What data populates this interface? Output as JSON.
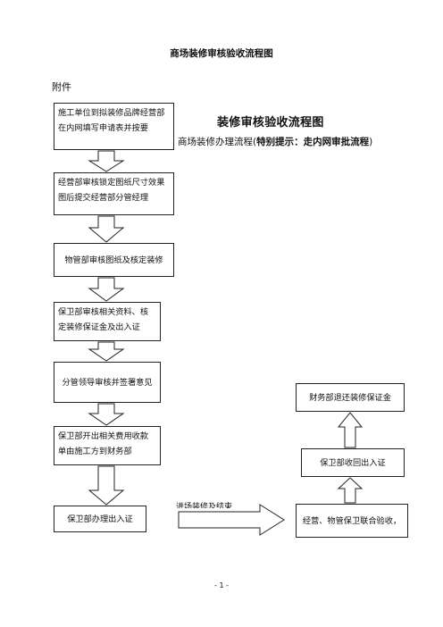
{
  "doc_title": "商场装修审核验收流程图",
  "attachment_label": "附件",
  "flow_title": "装修审核验收流程图",
  "subtitle_prefix": "商场装修办理流程(",
  "subtitle_bold": "特别提示：走内网审批流程",
  "subtitle_suffix": ")",
  "steps": [
    "施工单位到拟装修品牌经营部在内网填写申请表并按要",
    "经营部审核锁定图纸尺寸效果图后提交经营部分管经理",
    "物管部审核图纸及核定装修",
    "保卫部审核相关资料、核定装修保证金及出入证",
    "分管领导审核并签署意见",
    "保卫部开出相关费用收款单由施工方到财务部",
    "保卫部办理出入证"
  ],
  "right_steps": [
    "经营、物管保卫联合验收，",
    "保卫部收回出入证",
    "财务部退还装修保证金"
  ],
  "connector_label": "进场装修及结束",
  "page_number": "- 1 -"
}
